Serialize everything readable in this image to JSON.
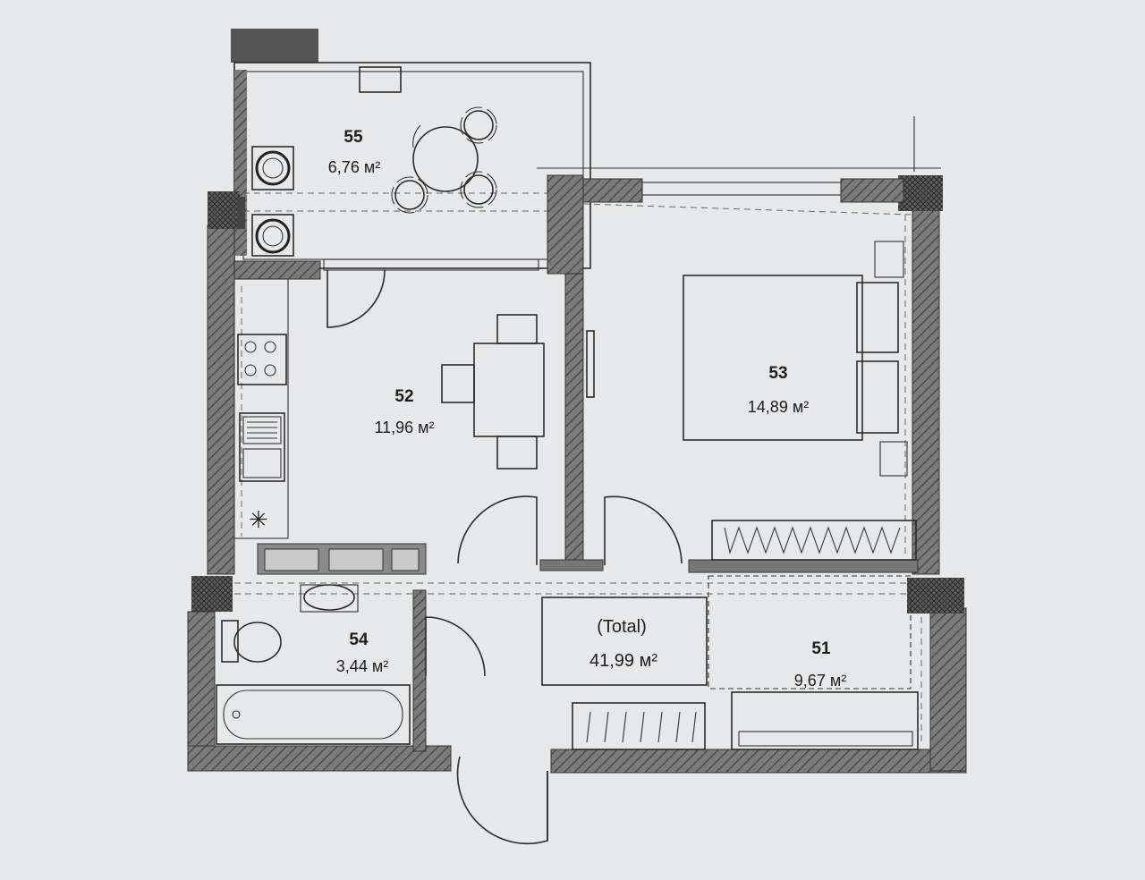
{
  "rooms": [
    {
      "id": "55",
      "number": "55",
      "area": "6,76 м²"
    },
    {
      "id": "52",
      "number": "52",
      "area": "11,96 м²"
    },
    {
      "id": "53",
      "number": "53",
      "area": "14,89 м²"
    },
    {
      "id": "54",
      "number": "54",
      "area": "3,44 м²"
    },
    {
      "id": "51",
      "number": "51",
      "area": "9,67 м²"
    }
  ],
  "total": {
    "label": "(Total)",
    "area": "41,99 м²"
  },
  "colors": {
    "background": "#e7e8ea",
    "wall_fill": "#707070",
    "wall_hatch": "#3a3a3a",
    "line": "#2a2a2a"
  }
}
